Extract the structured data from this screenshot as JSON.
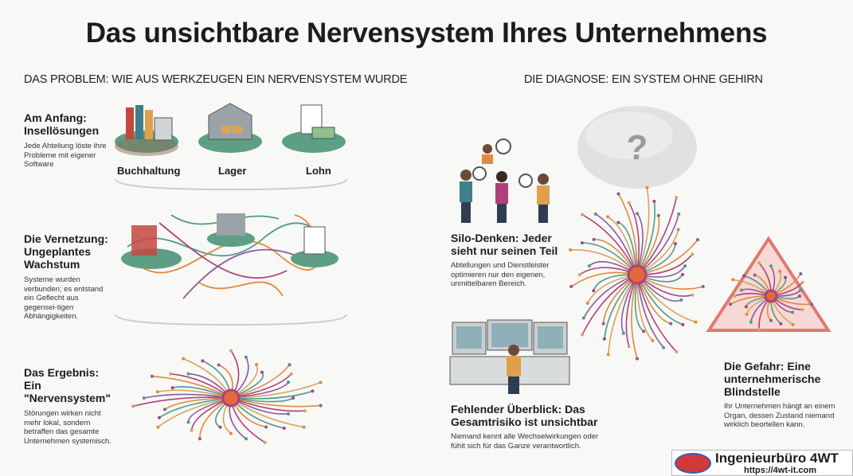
{
  "title": "Das unsichtbare Nervensystem Ihres Unternehmens",
  "left": {
    "heading": "DAS PROBLEM: WIE AUS WERKZEUGEN EIN NERVENSYSTEM WURDE",
    "steps": [
      {
        "title": "Am Anfang: Insellösungen",
        "body": "Jede Ahteliung löste ihre Probleme mit eigener Software"
      },
      {
        "title": "Die Vernetzung: Ungeplantes Wachstum",
        "body": "Systeme wurden verbunden; es entstand ein Geflecht aus gegensei-tigen Abhängigkeiten."
      },
      {
        "title": "Das Ergebnis: Ein \"Nervensystem\"",
        "body": "Störungen wirken nicht mehr lokal, sondern betraffen das gesamte Unternehmen systemisch."
      }
    ],
    "islands": [
      "Buchhaltung",
      "Lager",
      "Lohn"
    ]
  },
  "right": {
    "heading": "DIE DIAGNOSE: EIN SYSTEM OHNE GEHIRN",
    "items": [
      {
        "title": "Silo-Denken: Jeder sieht nur seinen Teil",
        "body": "Abtellungen und Dienstleister optimieren nur den eigenen, unmittelbaren Bereich."
      },
      {
        "title": "Fehlender Überblick: Das Gesamtrisiko ist unsichtbar",
        "body": "Niemand kennt alle Wechselwirkungen oder fühit sich für das Ganze verantwortlich."
      },
      {
        "title": "Die Gefahr: Eine unternehmerische Blindstelle",
        "body": "Ihr Unternehmen hängt an einem Organ, dessen Zustand niemand wirklich beortellen kann."
      }
    ],
    "brain_mark": "?"
  },
  "footer": {
    "company": "Ingenieurbüro 4WT",
    "url": "https://4wt-it.com"
  },
  "colors": {
    "teal": "#4a9a8e",
    "orange": "#e08a3c",
    "magenta": "#b0407a",
    "warning": "#e07a72"
  }
}
